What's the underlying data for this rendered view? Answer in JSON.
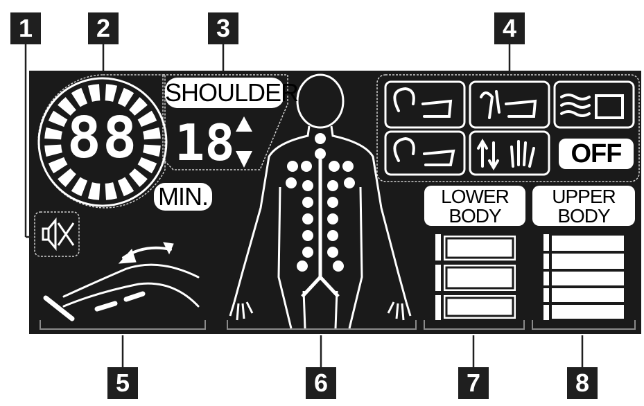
{
  "callouts": {
    "c1": "1",
    "c2": "2",
    "c3": "3",
    "c4": "4",
    "c5": "5",
    "c6": "6",
    "c7": "7",
    "c8": "8"
  },
  "display": {
    "timer_digits": "88",
    "timer_unit": "MIN.",
    "zone_label": "SHOULDER",
    "zone_level": "18",
    "off_label": "OFF",
    "lower_body_line1": "LOWER",
    "lower_body_line2": "BODY",
    "upper_body_line1": "UPPER",
    "upper_body_line2": "BODY"
  },
  "colors": {
    "panel": "#1a1a1a",
    "segment": "#ffffff",
    "callout_bg": "#1f1f1f"
  },
  "icons": [
    "mute-icon",
    "kneading-icon",
    "rolling-icon",
    "air-pressure-icon",
    "tapping-icon",
    "shiatsu-icon",
    "leg-rest-icon",
    "body-figure-icon"
  ]
}
